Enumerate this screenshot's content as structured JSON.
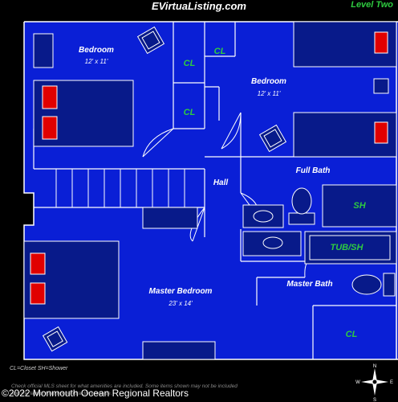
{
  "header": {
    "site": "EVirtuaListing.com",
    "level": "Level Two"
  },
  "rooms": {
    "bedroom_left": {
      "name": "Bedroom",
      "dims": "12' x 11'"
    },
    "bedroom_right": {
      "name": "Bedroom",
      "dims": "12' x 11'"
    },
    "closet_1": "CL",
    "closet_2": "CL",
    "closet_3": "CL",
    "closet_4": "CL",
    "hall": "Hall",
    "full_bath": "Full Bath",
    "shower": "SH",
    "tub_shower": "TUB/SH",
    "master_bath": "Master Bath",
    "master_bedroom": {
      "name": "Master Bedroom",
      "dims": "23' x 14'"
    }
  },
  "legend": "CL=Closet  SH=Shower",
  "disclaimer": "Check official MLS sheet for what amenities are included. Some items shown may not be included and the layout may not be exactly accurate.",
  "copyright": "©2022 Monmouth Ocean Regional Realtors",
  "compass": {
    "n": "N",
    "s": "S",
    "e": "E",
    "w": "W"
  },
  "colors": {
    "background": "#000000",
    "floor": "#0a1fd6",
    "furniture": "#081a8a",
    "wall": "#ffffff",
    "label_green": "#2ecc40",
    "bed_pillow": "#e00000"
  }
}
